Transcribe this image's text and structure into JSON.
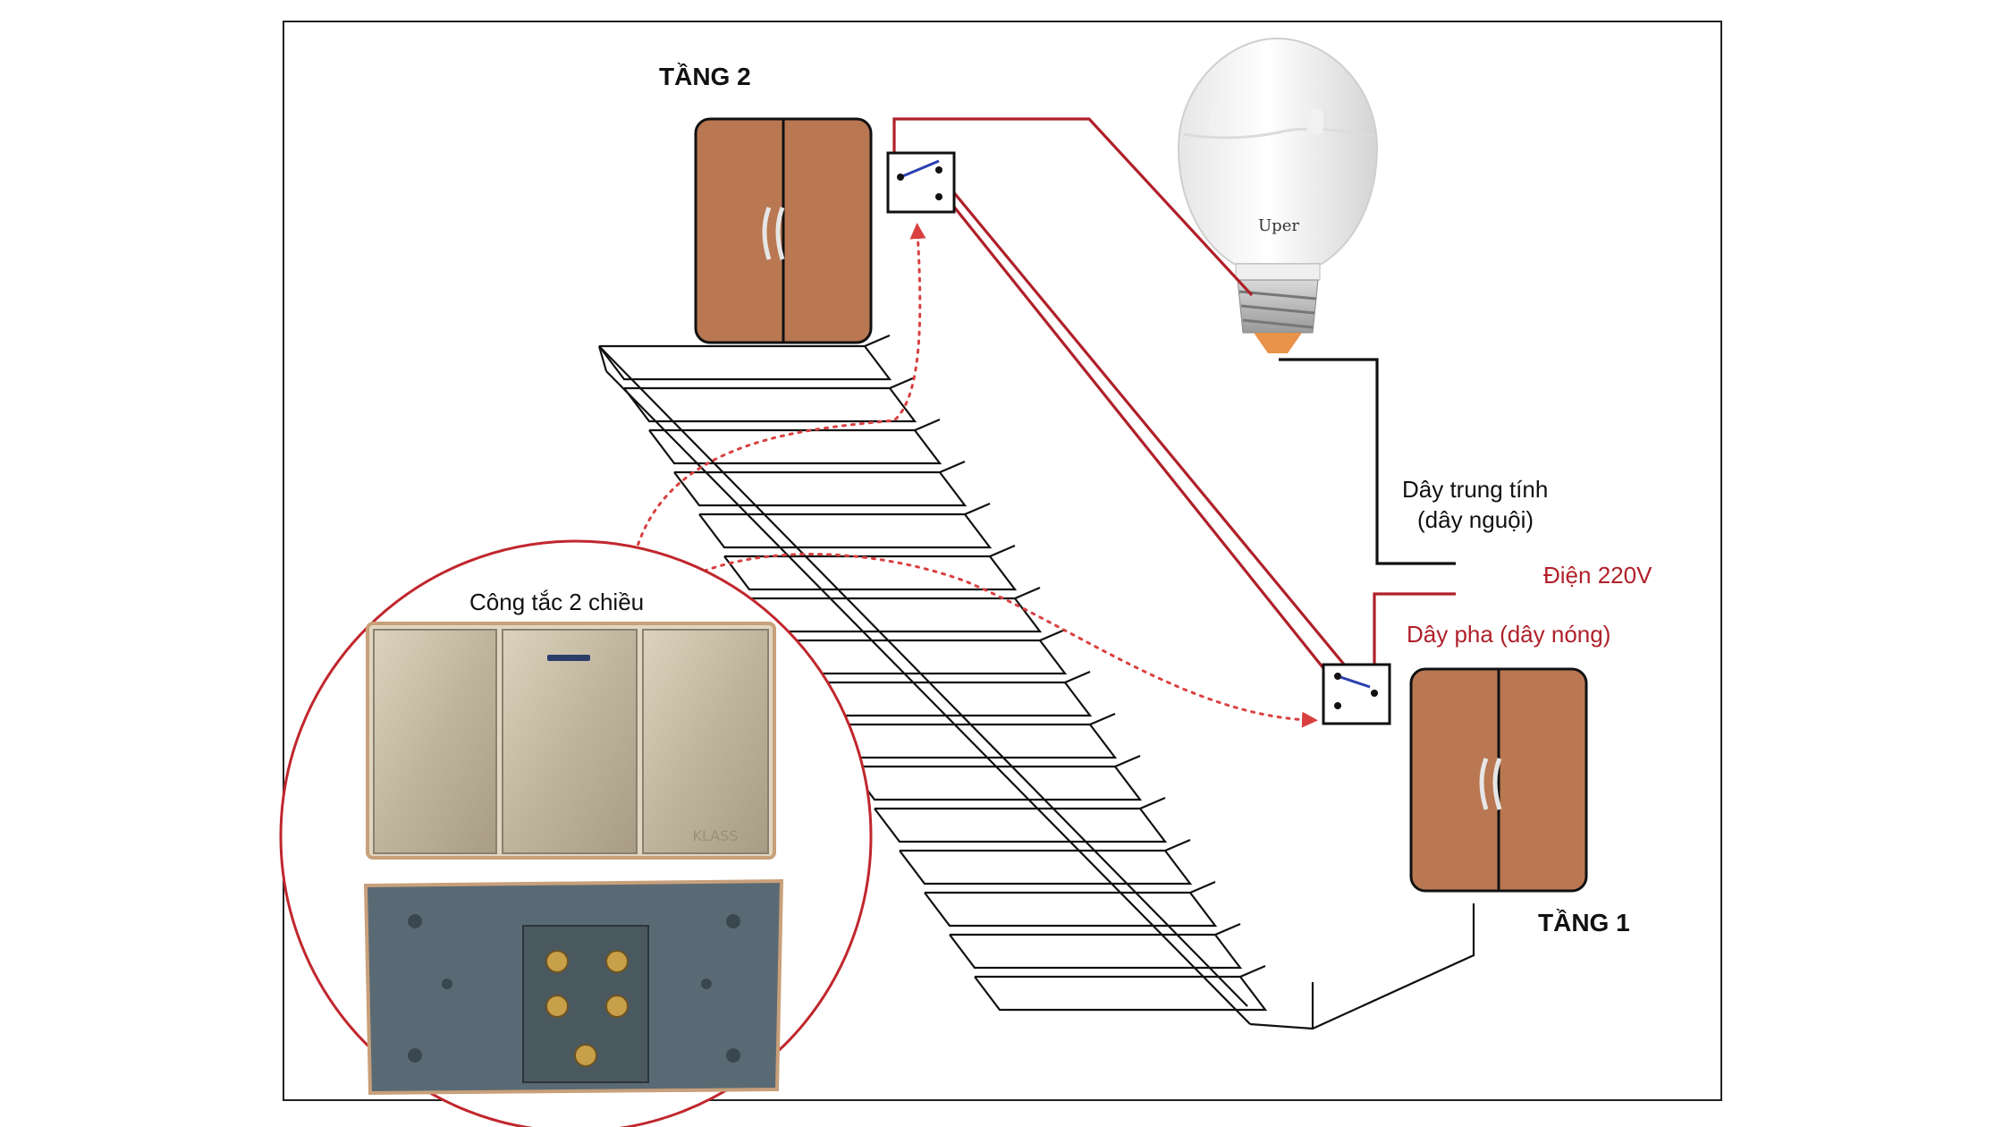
{
  "labels": {
    "floor2": "TẦNG 2",
    "floor1": "TẦNG 1",
    "switch_caption": "Công tắc 2 chiều",
    "neutral_line1": "Dây trung tính",
    "neutral_line2": "(dây nguội)",
    "voltage": "Điện 220V",
    "phase": "Dây pha (dây nóng)",
    "bulb_brand": "Uper",
    "switch_brand": "KLASS"
  },
  "colors": {
    "door": "#b97852",
    "phase_wire": "#b0202a",
    "neutral_wire": "#111111",
    "switch_lever": "#2a3fb0",
    "callout": "#d94040",
    "switch_plate": "#c9bfa8",
    "switch_back": "#5a6a74"
  },
  "icons": [
    "door-icon",
    "light-bulb-icon",
    "two-way-switch-icon",
    "staircase-icon"
  ]
}
